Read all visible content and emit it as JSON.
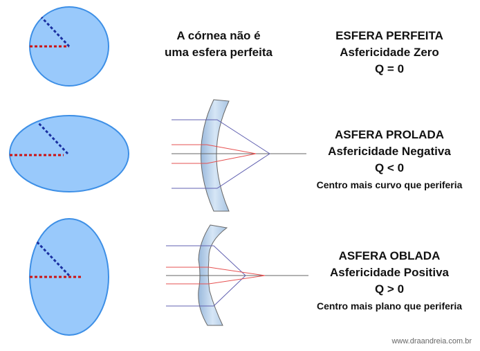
{
  "intro": {
    "line1": "A córnea não é",
    "line2": "uma esfera perfeita"
  },
  "sections": [
    {
      "title": "ESFERA PERFEITA",
      "subtitle": "Asfericidade Zero",
      "q": "Q = 0"
    },
    {
      "title": "ASFERA PROLADA",
      "subtitle": "Asfericidade Negativa",
      "q": "Q < 0",
      "note": "Centro mais curvo que periferia"
    },
    {
      "title": "ASFERA OBLADA",
      "subtitle": "Asfericidade Positiva",
      "q": "Q > 0",
      "note": "Centro mais plano que periferia"
    }
  ],
  "watermark": "www.draandreia.com.br",
  "colors": {
    "shape_fill": "#99c9fb",
    "shape_stroke": "#3d8fe6",
    "radius_red": "#cc1111",
    "radius_blue": "#1a2fa0",
    "ray_red": "#e65050",
    "ray_blue": "#6060b0",
    "lens": "#bcd4ec"
  }
}
